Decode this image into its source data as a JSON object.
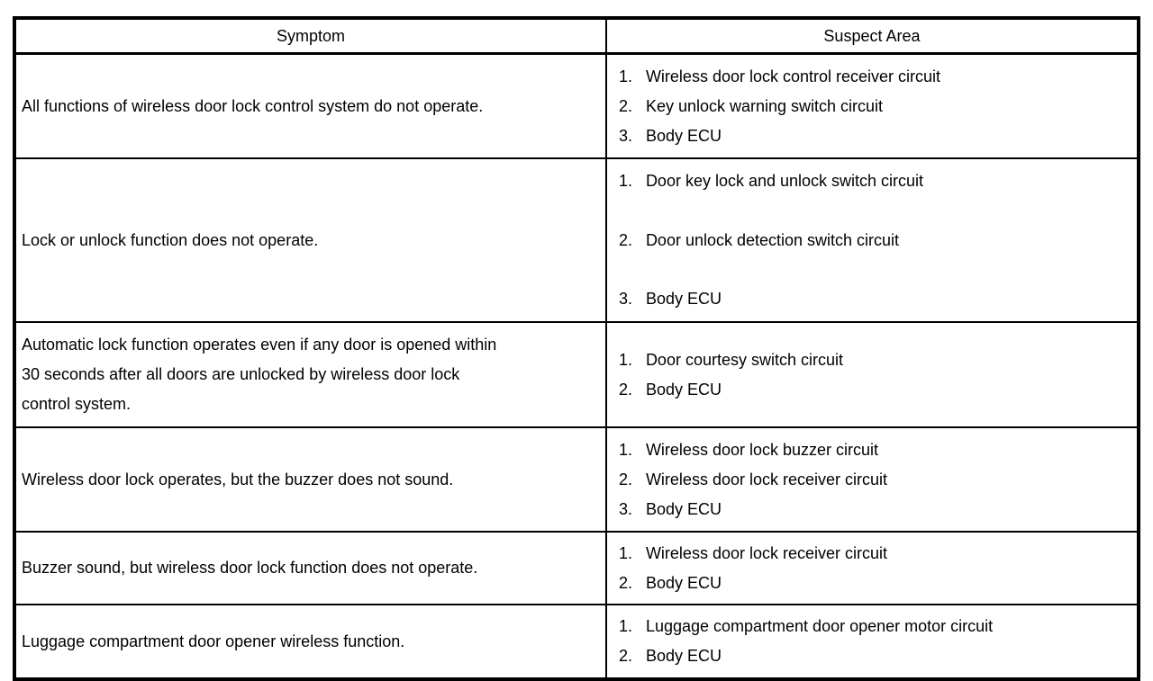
{
  "colors": {
    "border": "#000000",
    "background": "#ffffff",
    "text": "#000000"
  },
  "table": {
    "headers": [
      {
        "label": "Symptom"
      },
      {
        "label": "Suspect Area"
      }
    ],
    "rows": [
      {
        "symptom": "All functions of wireless door lock control system do not operate.",
        "suspects": [
          {
            "num": "1.",
            "text": "Wireless door lock control receiver circuit"
          },
          {
            "num": "2.",
            "text": "Key unlock warning switch circuit"
          },
          {
            "num": "3.",
            "text": "Body ECU"
          }
        ]
      },
      {
        "symptom": "Lock or unlock function does not operate.",
        "suspects": [
          {
            "num": "1.",
            "text": "Door key lock and unlock switch circuit"
          },
          {
            "num": "2.",
            "text": "Door unlock detection switch circuit"
          },
          {
            "num": "3.",
            "text": "Body ECU"
          }
        ]
      },
      {
        "symptom": "Automatic lock function operates even if any door is opened within\n30 seconds after all doors are unlocked by wireless door lock\ncontrol system.",
        "suspects": [
          {
            "num": "1.",
            "text": "Door courtesy switch circuit"
          },
          {
            "num": "2.",
            "text": "Body ECU"
          }
        ]
      },
      {
        "symptom": "Wireless door lock operates, but the buzzer does not sound.",
        "suspects": [
          {
            "num": "1.",
            "text": "Wireless door lock buzzer circuit"
          },
          {
            "num": "2.",
            "text": "Wireless door lock receiver circuit"
          },
          {
            "num": "3.",
            "text": "Body ECU"
          }
        ]
      },
      {
        "symptom": "Buzzer sound, but wireless door lock function does not operate.",
        "suspects": [
          {
            "num": "1.",
            "text": "Wireless door lock receiver circuit"
          },
          {
            "num": "2.",
            "text": "Body ECU"
          }
        ]
      },
      {
        "symptom": "Luggage compartment door opener wireless function.",
        "suspects": [
          {
            "num": "1.",
            "text": "Luggage compartment door opener motor circuit"
          },
          {
            "num": "2.",
            "text": "Body ECU"
          }
        ]
      }
    ]
  }
}
